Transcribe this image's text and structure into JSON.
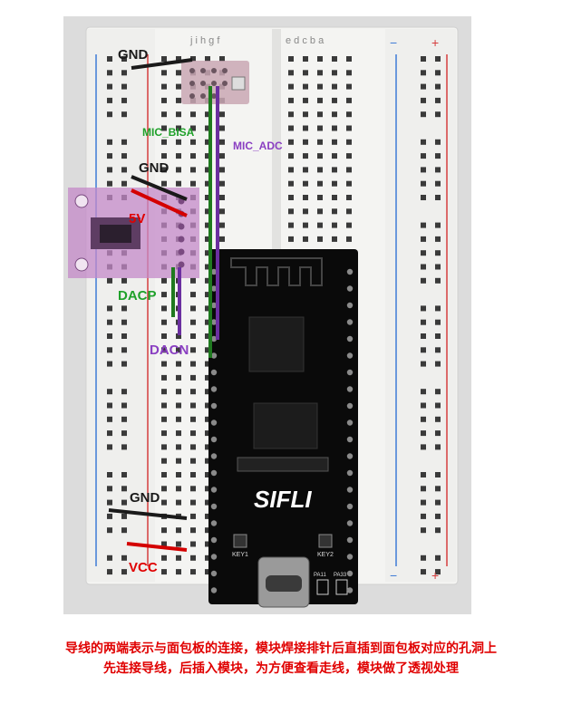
{
  "labels": {
    "gnd_top": "GND",
    "mic_bisa": "MIC_BISA",
    "mic_adc": "MIC_ADC",
    "gnd_mid": "GND",
    "v5": "5V",
    "dacp": "DACP",
    "dacn": "DACN",
    "gnd_bottom": "GND",
    "vcc": "VCC"
  },
  "module": {
    "key1": "KEY1",
    "key2": "KEY2",
    "pa11": "PA11",
    "pa33": "PA33",
    "logo": "SIFLI"
  },
  "breadboard": {
    "col_letters_left": "j i h g f",
    "col_letters_right": "e d c b a",
    "plus_sign": "+",
    "minus_sign": "−"
  },
  "caption": {
    "line1": "导线的两端表示与面包板的连接，模块焊接排针后直插到面包板对应的孔洞上",
    "line2": "先连接导线，后插入模块，为方便查看走线，模块做了透视处理"
  },
  "colors": {
    "black_wire": "#1a1a1a",
    "red_wire": "#d40000",
    "green_wire": "#1f7a1f",
    "purple_wire": "#6b2fa0",
    "green_text": "#1fa12a",
    "purple_text": "#8a3fc2",
    "red_text": "#e00000",
    "board": "#0a0a0a",
    "mic_module": "#c489c8",
    "breadboard": "#f4f4f2"
  }
}
